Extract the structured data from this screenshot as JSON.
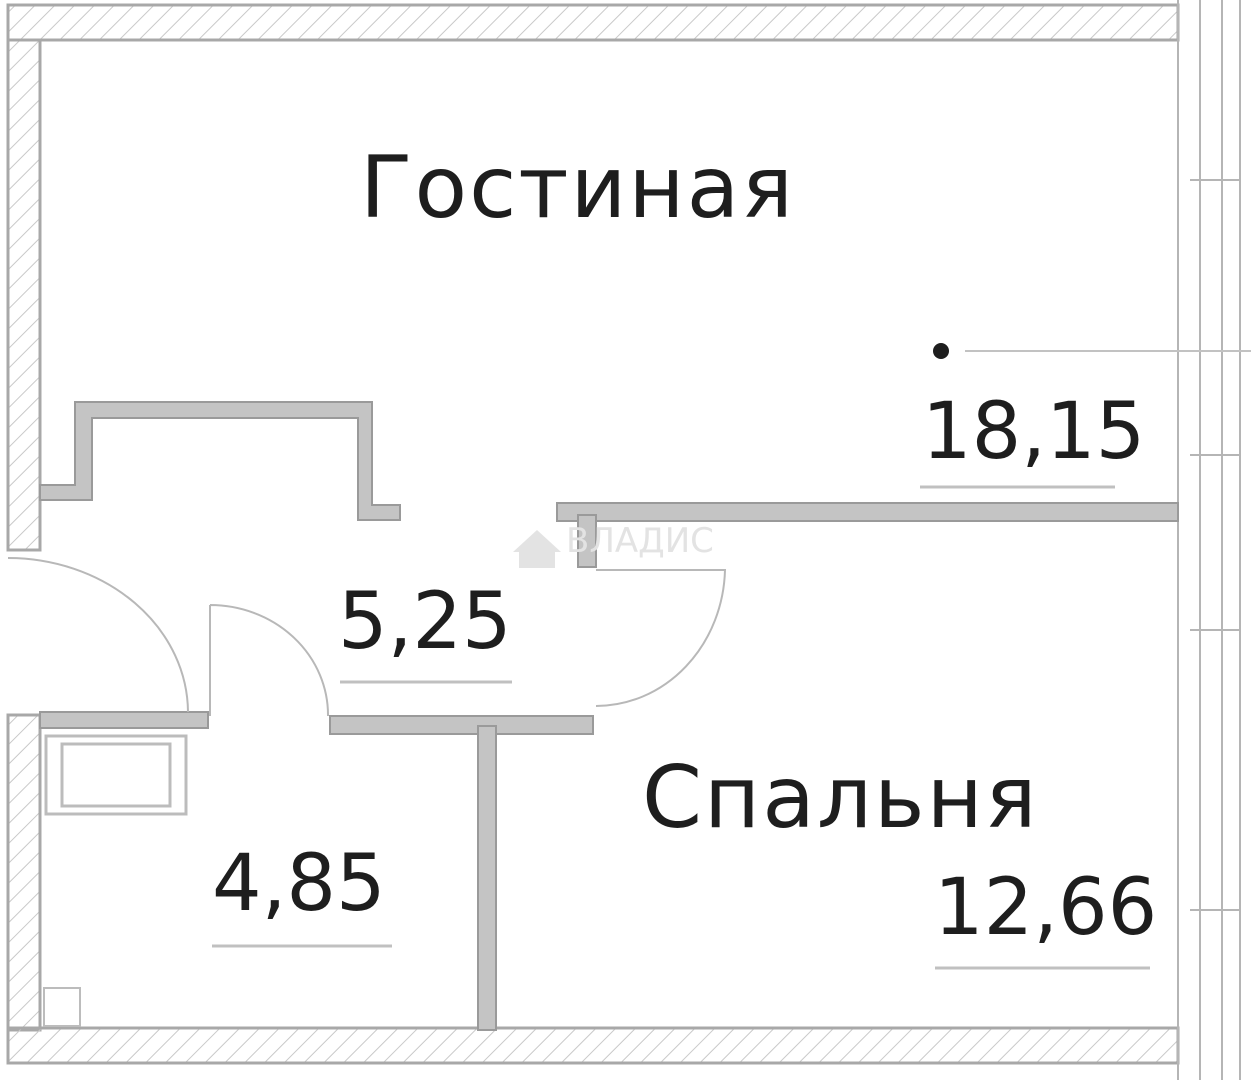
{
  "plan": {
    "rooms": [
      {
        "id": "living",
        "name": "Гостиная",
        "area": "18,15"
      },
      {
        "id": "hall",
        "name": "",
        "area": "5,25"
      },
      {
        "id": "bath",
        "name": "",
        "area": "4,85"
      },
      {
        "id": "bedroom",
        "name": "Спальня",
        "area": "12,66"
      }
    ],
    "watermark": "ВЛАДИС",
    "colors": {
      "wall": "#c4c4c4",
      "wall_edge": "#9a9a9a",
      "hatch": "#bdbdbd",
      "text": "#1e1e1e",
      "line": "#b0b0b0"
    }
  }
}
